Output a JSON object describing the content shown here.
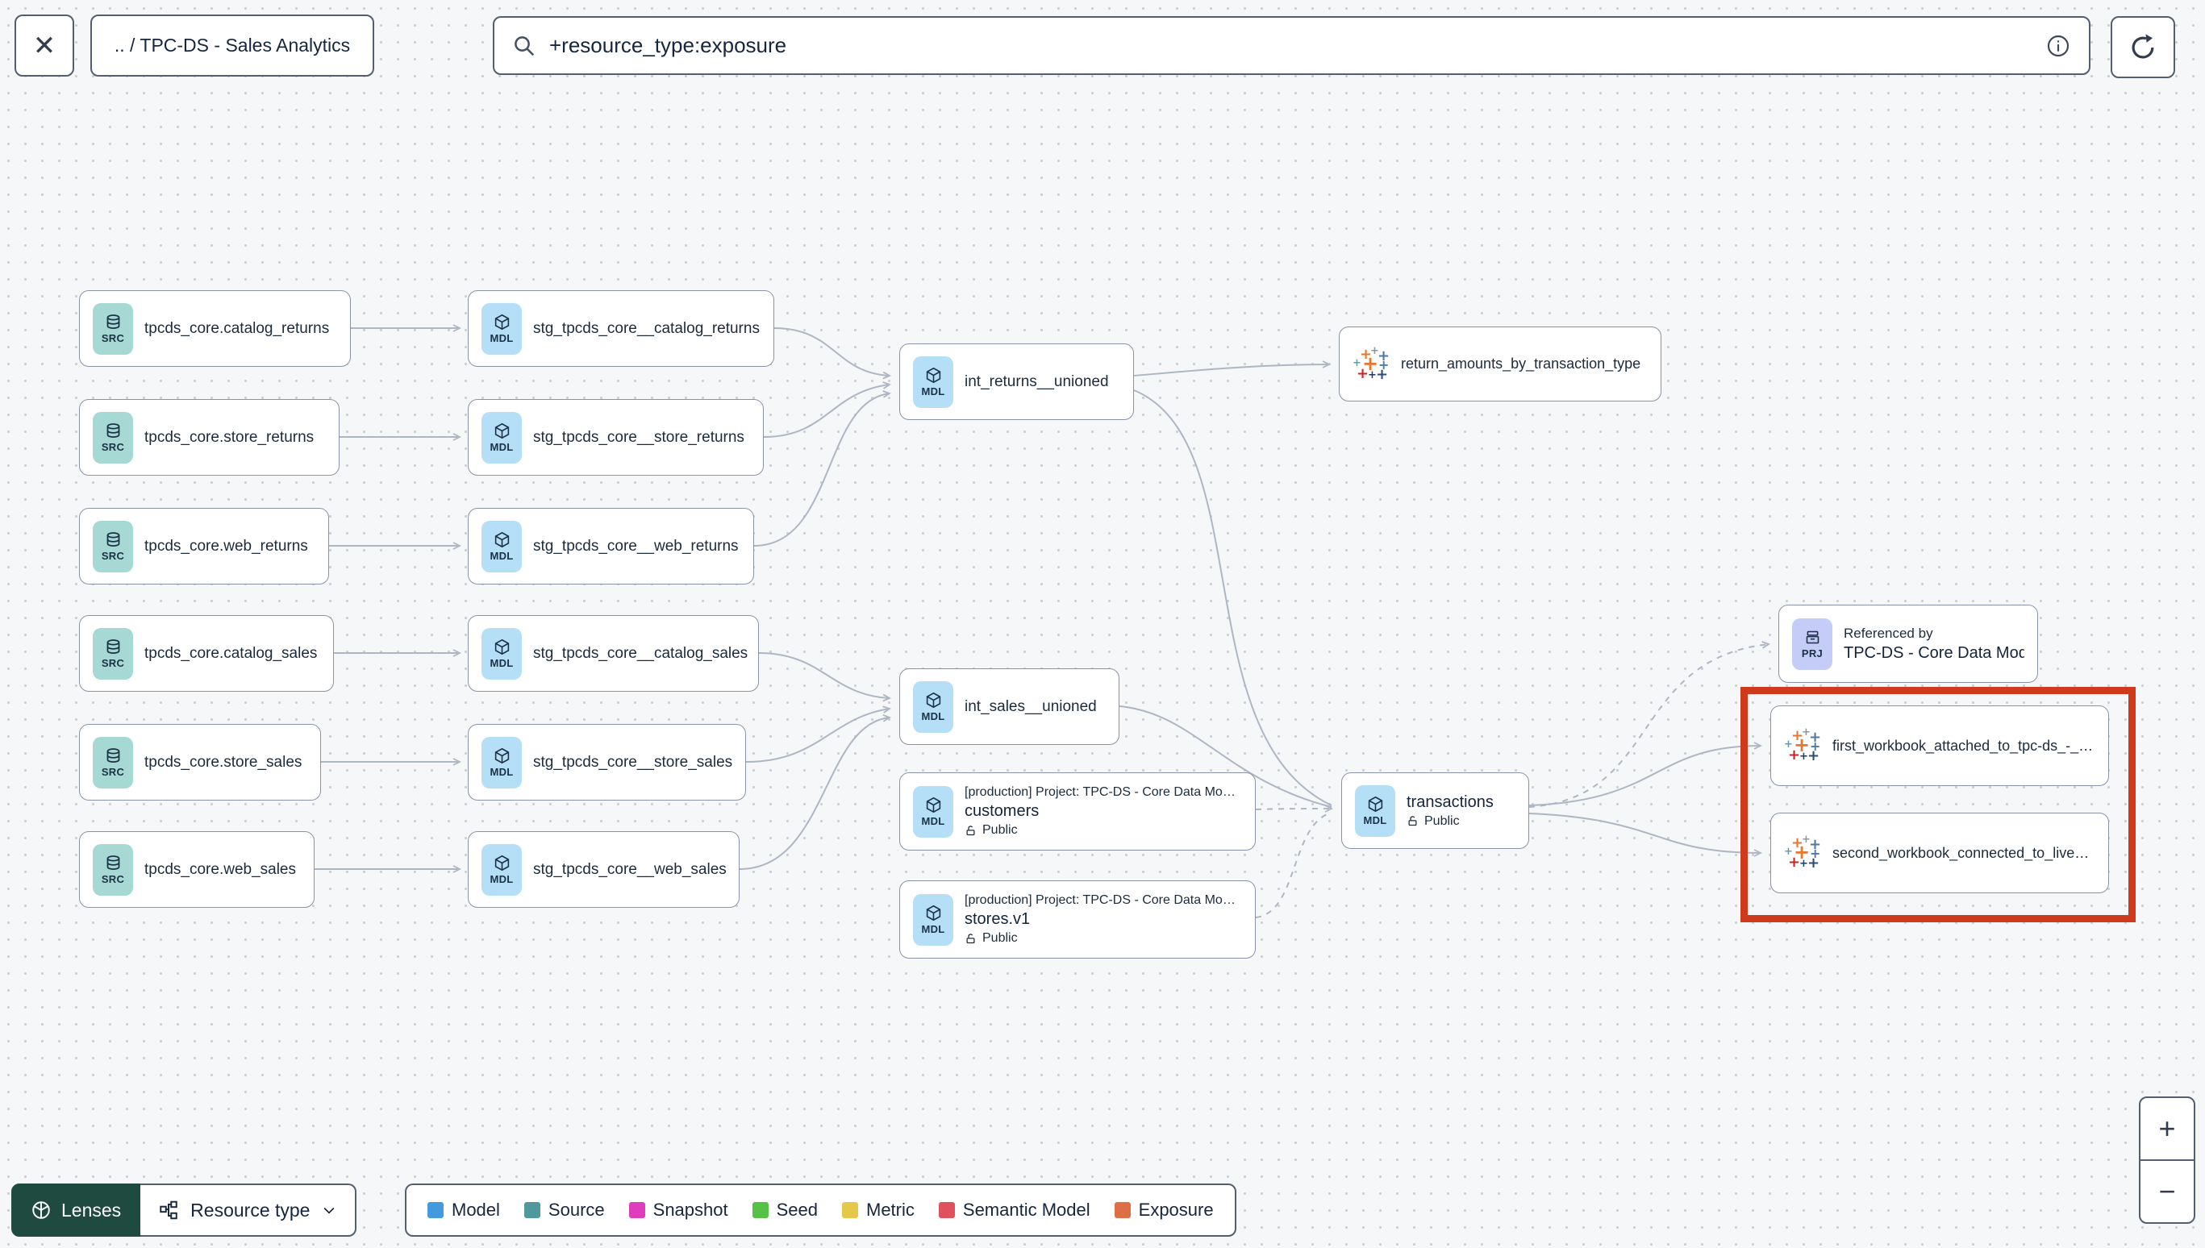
{
  "header": {
    "close_glyph": "✕",
    "breadcrumb": ".. / TPC-DS - Sales Analytics",
    "search_value": "+resource_type:exposure"
  },
  "badges": {
    "src": "SRC",
    "mdl": "MDL",
    "prj": "PRJ"
  },
  "nodes": {
    "src_catalog_returns": {
      "label": "tpcds_core.catalog_returns"
    },
    "src_store_returns": {
      "label": "tpcds_core.store_returns"
    },
    "src_web_returns": {
      "label": "tpcds_core.web_returns"
    },
    "src_catalog_sales": {
      "label": "tpcds_core.catalog_sales"
    },
    "src_store_sales": {
      "label": "tpcds_core.store_sales"
    },
    "src_web_sales": {
      "label": "tpcds_core.web_sales"
    },
    "stg_catalog_returns": {
      "label": "stg_tpcds_core__catalog_returns"
    },
    "stg_store_returns": {
      "label": "stg_tpcds_core__store_returns"
    },
    "stg_web_returns": {
      "label": "stg_tpcds_core__web_returns"
    },
    "stg_catalog_sales": {
      "label": "stg_tpcds_core__catalog_sales"
    },
    "stg_store_sales": {
      "label": "stg_tpcds_core__store_sales"
    },
    "stg_web_sales": {
      "label": "stg_tpcds_core__web_sales"
    },
    "int_returns": {
      "label": "int_returns__unioned"
    },
    "int_sales": {
      "label": "int_sales__unioned"
    },
    "customers": {
      "project": "[production] Project: TPC-DS - Core Data Mo…",
      "label": "customers",
      "access": "Public"
    },
    "stores": {
      "project": "[production] Project: TPC-DS - Core Data Mo…",
      "label": "stores.v1",
      "access": "Public"
    },
    "transactions": {
      "label": "transactions",
      "access": "Public"
    },
    "referenced_by": {
      "title": "Referenced by",
      "label": "TPC-DS - Core Data Models"
    },
    "exposure_return_amounts": {
      "label": "return_amounts_by_transaction_type"
    },
    "exposure_workbook1": {
      "label": "first_workbook_attached_to_tpc-ds_-_…"
    },
    "exposure_workbook2": {
      "label": "second_workbook_connected_to_live…"
    }
  },
  "legend": {
    "items": [
      {
        "label": "Model",
        "color": "#459ade"
      },
      {
        "label": "Source",
        "color": "#4f989b"
      },
      {
        "label": "Snapshot",
        "color": "#df3dbb"
      },
      {
        "label": "Seed",
        "color": "#55c247"
      },
      {
        "label": "Metric",
        "color": "#e5c84a"
      },
      {
        "label": "Semantic Model",
        "color": "#e0505e"
      },
      {
        "label": "Exposure",
        "color": "#dd6f46"
      }
    ]
  },
  "footer": {
    "lenses_label": "Lenses",
    "resource_type_label": "Resource type"
  },
  "zoom_controls": {
    "zoom_in": "+",
    "zoom_out": "−"
  },
  "colors": {
    "highlight_box": "#cf3a1d",
    "edge": "#aeb6c4",
    "source_badge_bg": "#a6d9d4",
    "model_badge_bg": "#b5def7",
    "project_badge_bg": "#c6ccf8"
  }
}
